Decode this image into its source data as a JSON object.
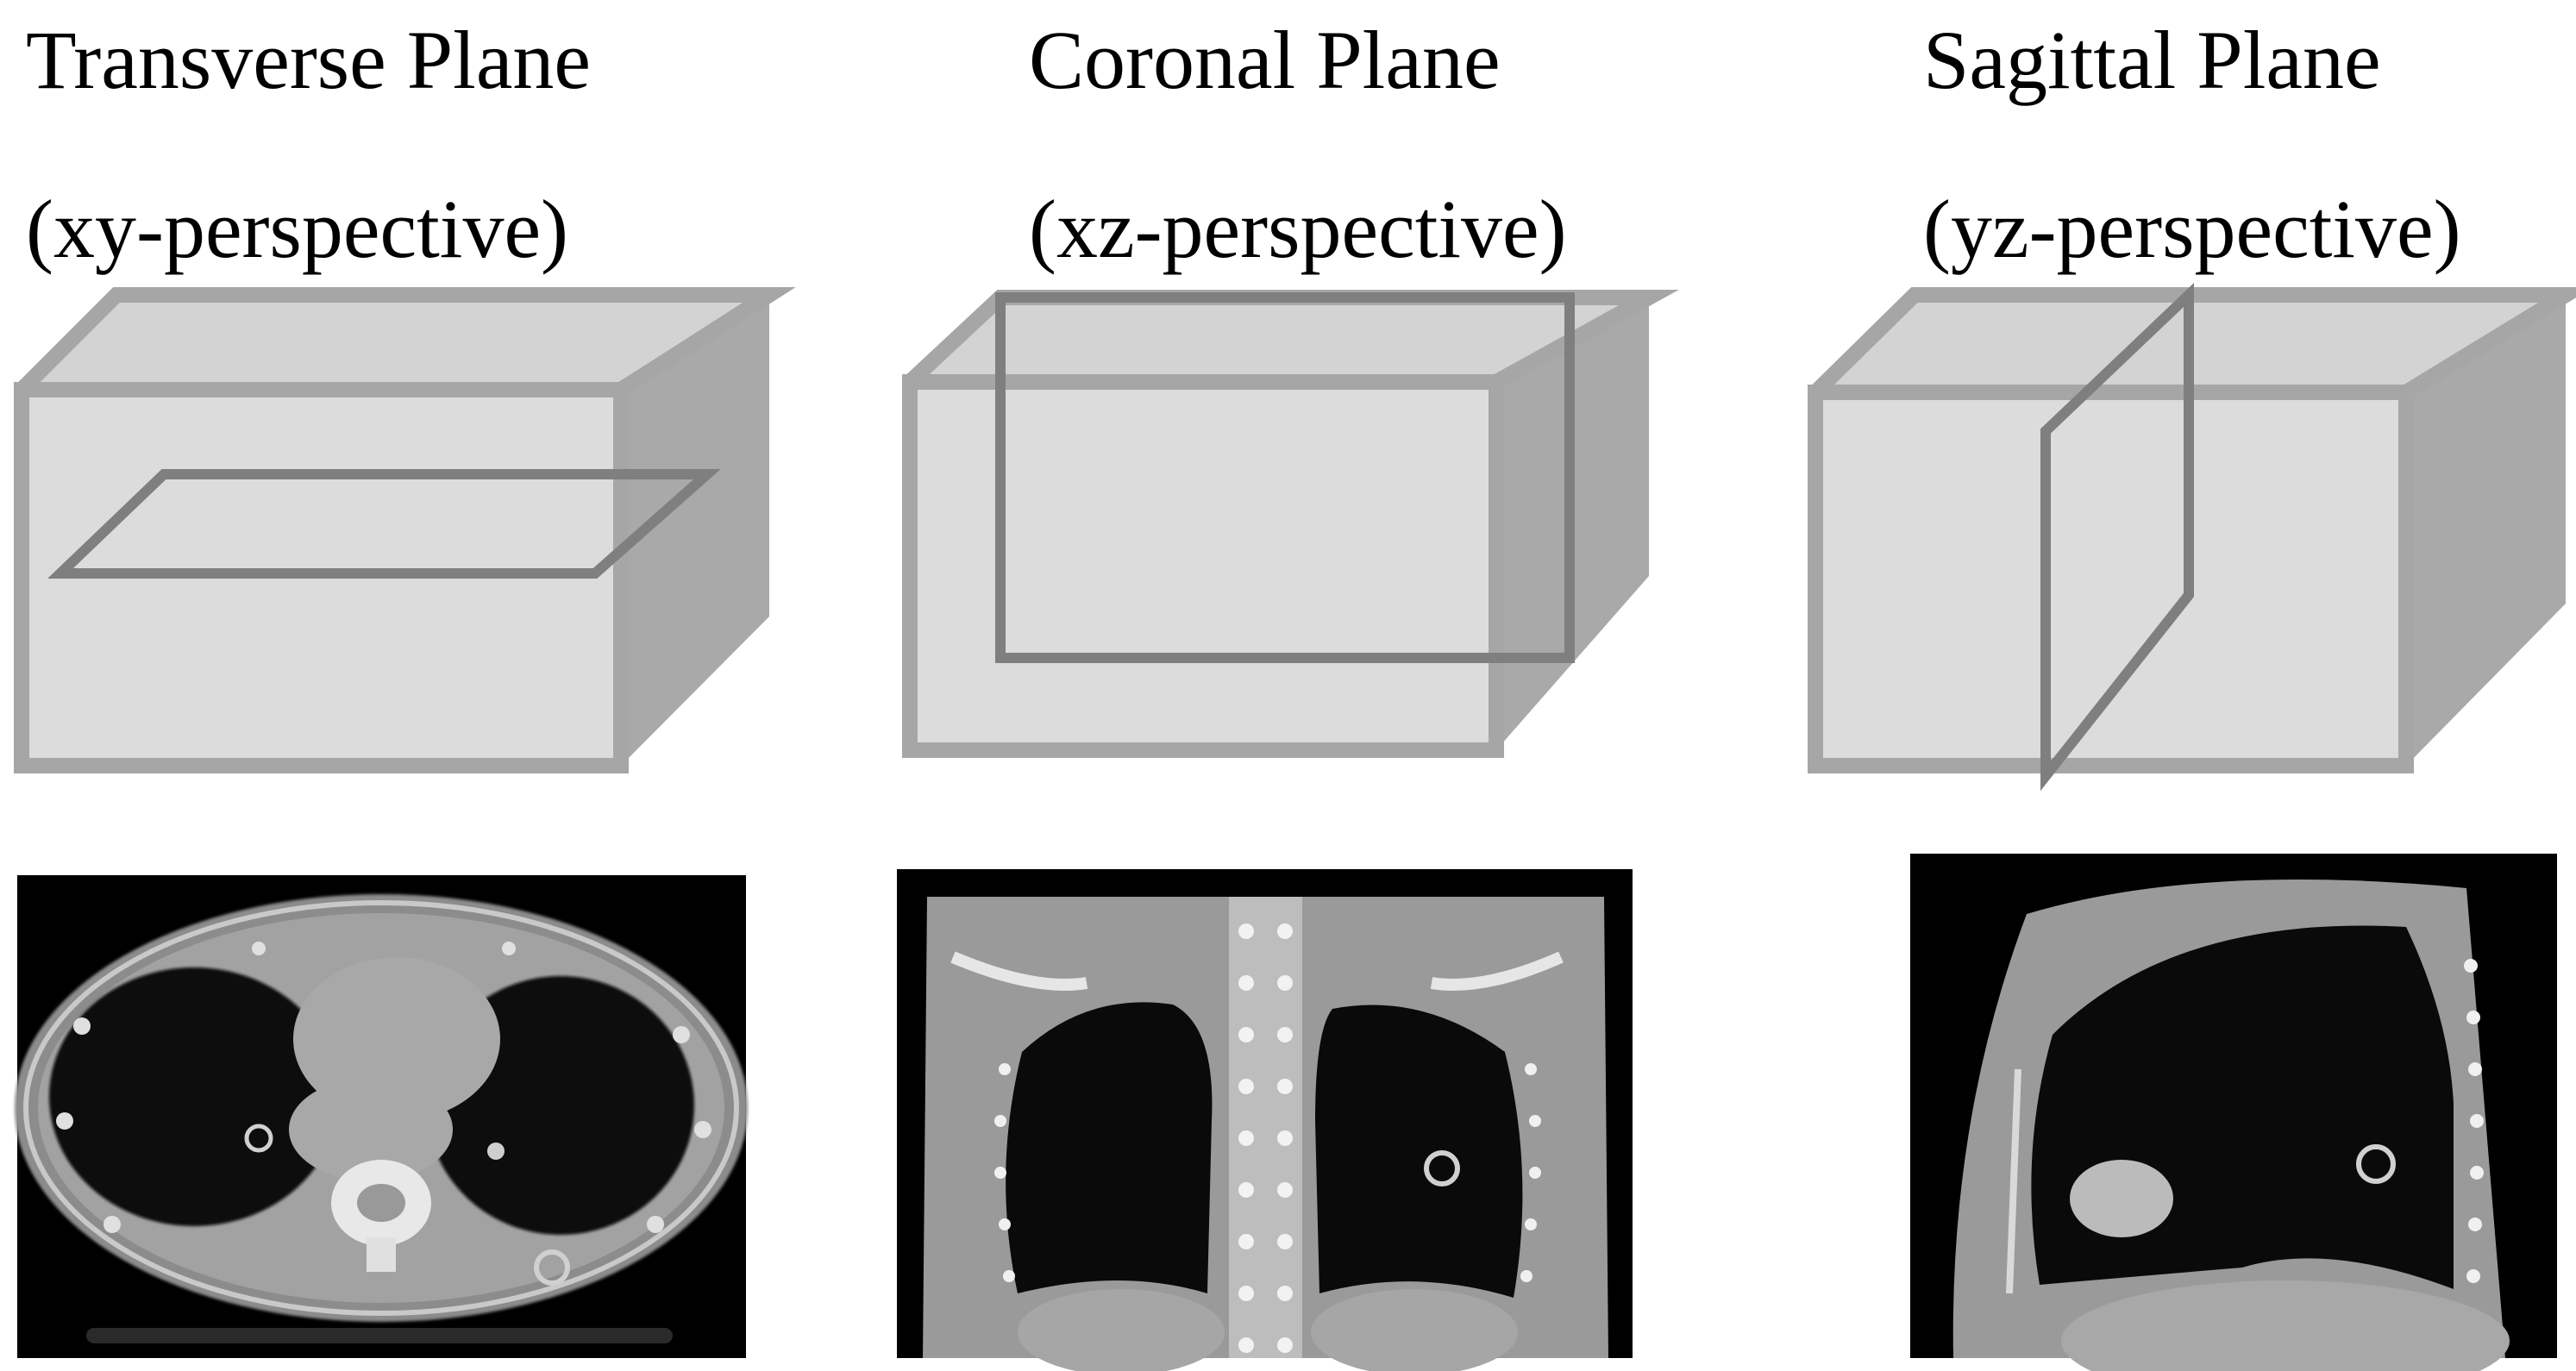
{
  "panels": [
    {
      "title": "Transverse Plane",
      "perspective": "(xy-perspective)",
      "scan": "CT axial chest slice"
    },
    {
      "title": "Coronal Plane",
      "perspective": "(xz-perspective)",
      "scan": "CT coronal chest slice"
    },
    {
      "title": "Sagittal Plane",
      "perspective": "(yz-perspective)",
      "scan": "CT sagittal chest slice"
    }
  ],
  "colors": {
    "cube_face": "#dcdcdc",
    "cube_side": "#a9a9a9",
    "cube_edge": "#a6a6a6",
    "plane_edge": "#7f7f7f",
    "scan_background": "#000000",
    "tissue": "#9b9b9b",
    "lung": "#0a0a0a",
    "bone": "#f2f2f2"
  }
}
